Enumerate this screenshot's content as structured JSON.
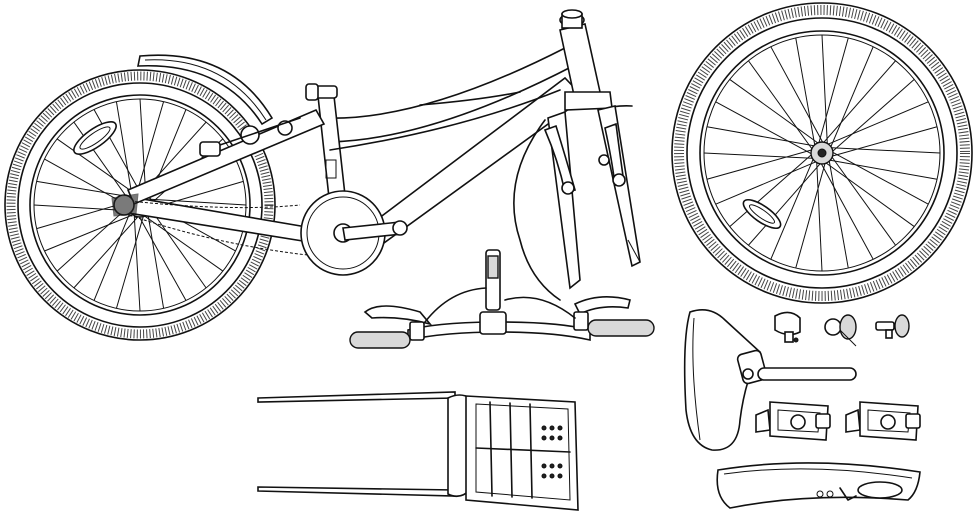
{
  "diagram": {
    "style": "line-art",
    "stroke_color": "#111111",
    "background": "#ffffff",
    "parts": [
      {
        "id": "frame-with-rear-wheel",
        "icon": "bicycle-frame-icon"
      },
      {
        "id": "front-fork",
        "icon": "fork-icon"
      },
      {
        "id": "front-wheel",
        "icon": "wheel-icon"
      },
      {
        "id": "handlebar",
        "icon": "handlebar-icon"
      },
      {
        "id": "rear-rack",
        "icon": "rack-icon"
      },
      {
        "id": "saddle-with-seatpost",
        "icon": "saddle-icon"
      },
      {
        "id": "bell",
        "icon": "bell-icon"
      },
      {
        "id": "reflector-round",
        "icon": "reflector-icon"
      },
      {
        "id": "reflector-small",
        "icon": "reflector-icon"
      },
      {
        "id": "pedal-left",
        "icon": "pedal-icon"
      },
      {
        "id": "pedal-right",
        "icon": "pedal-icon"
      },
      {
        "id": "front-mudguard",
        "icon": "mudguard-icon"
      }
    ]
  }
}
